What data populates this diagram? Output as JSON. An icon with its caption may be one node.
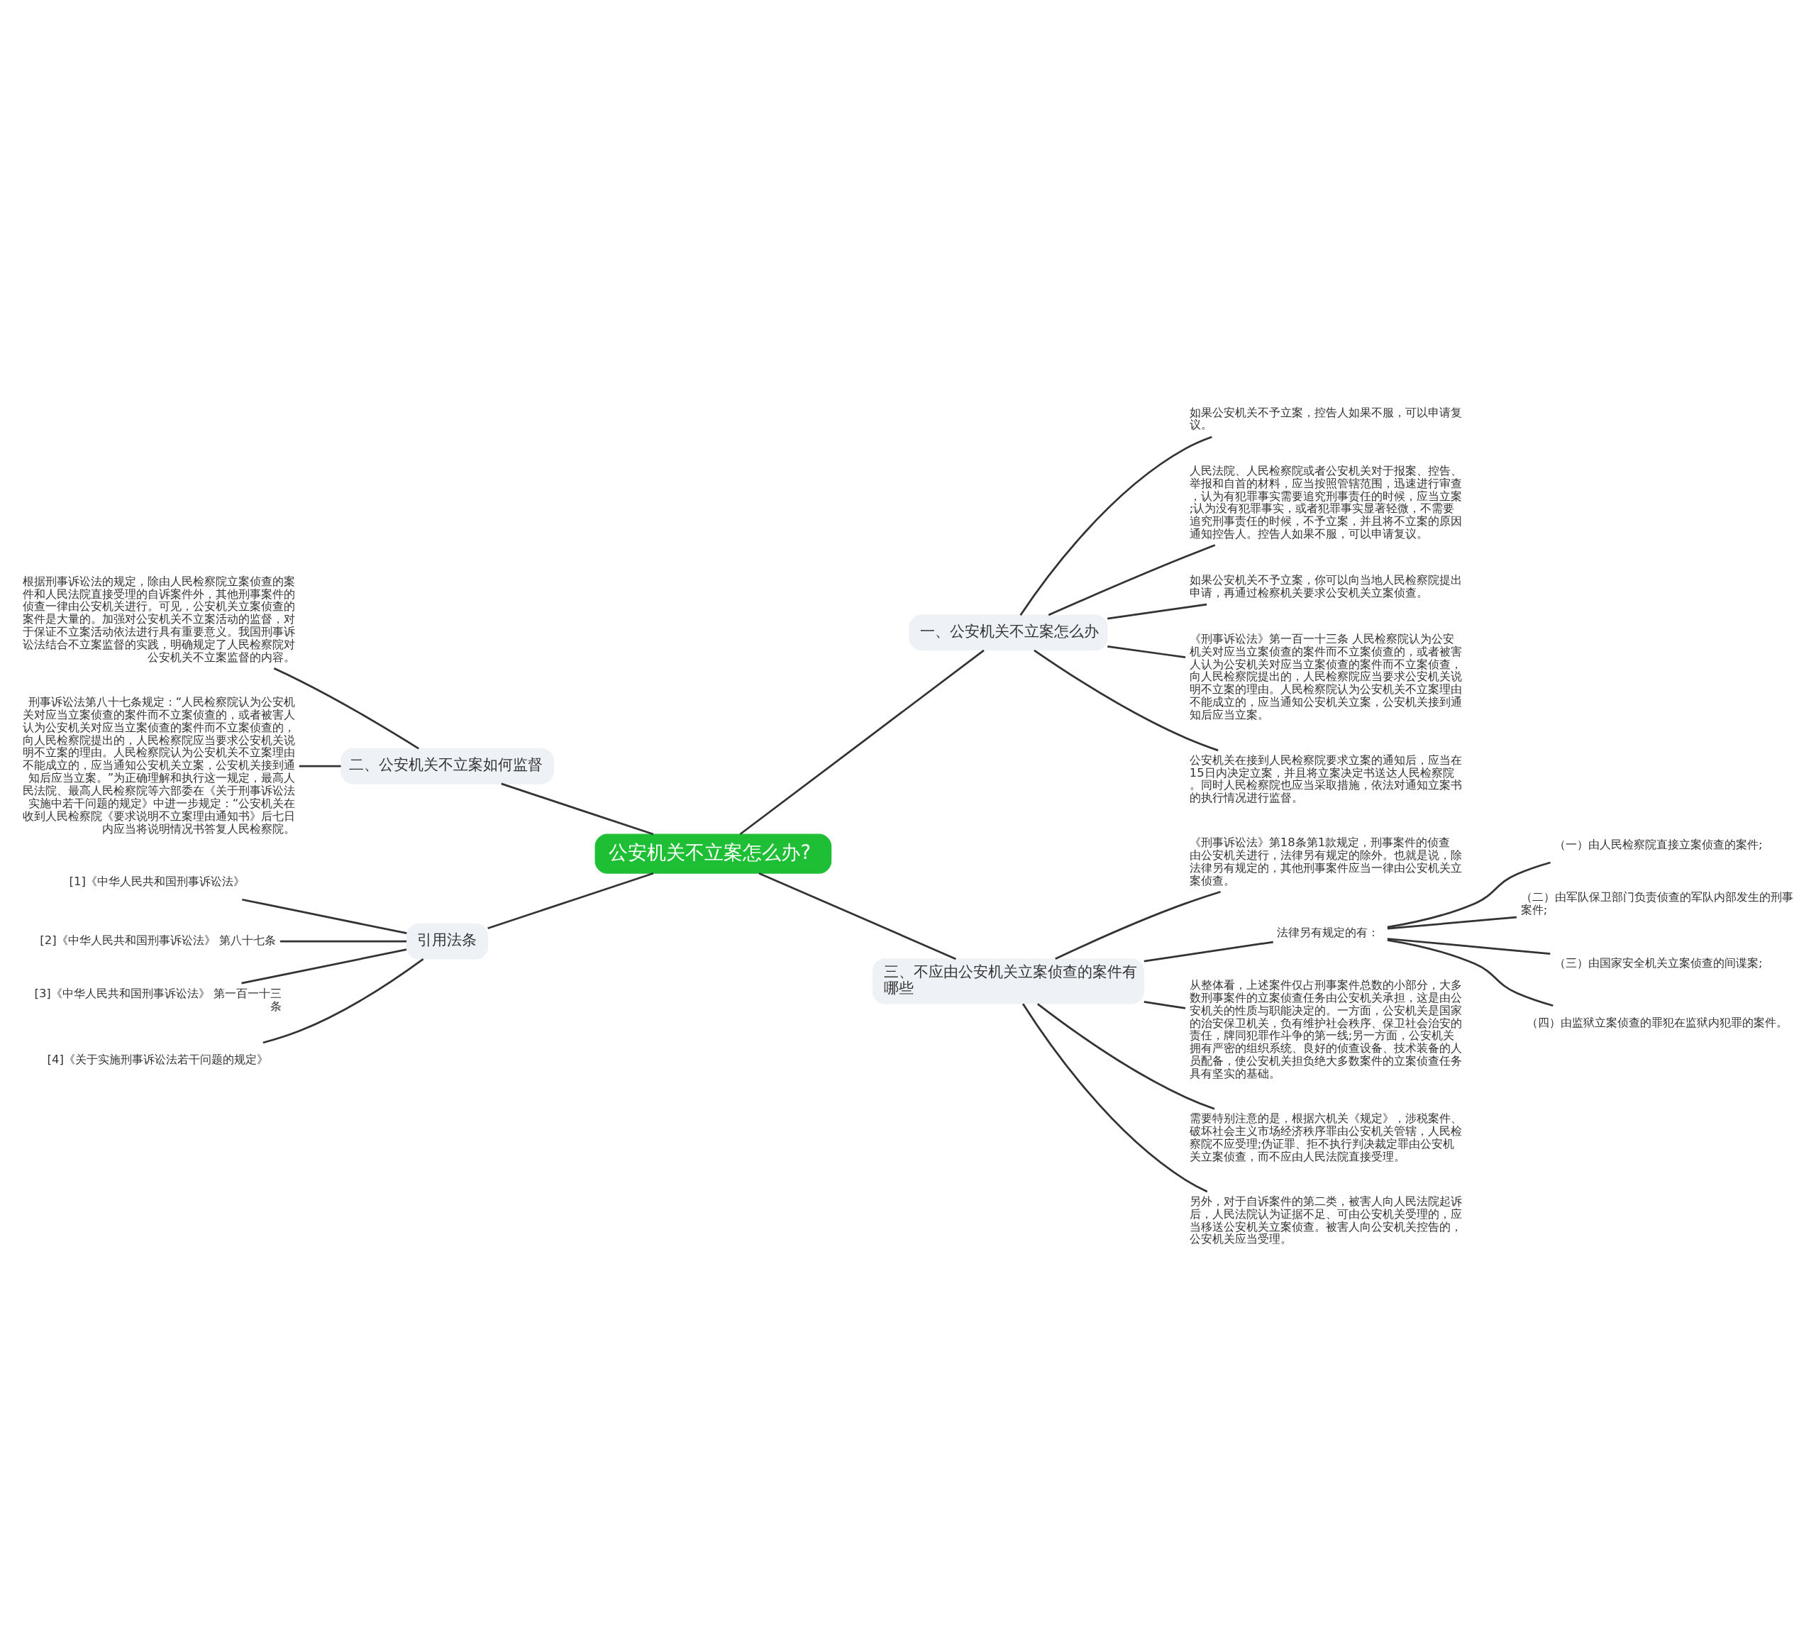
{
  "diagram": {
    "nodes": [
      {
        "text": [
          "公安机关不立案怎么办?"
        ]
      },
      {
        "text": [
          "一、公安机关不立案怎么办"
        ]
      },
      {
        "text": [
          "如果公安机关不予立案，控告人如果不服，可以申请复议。"
        ]
      },
      {
        "text": [
          "人民法院、人民检察院或者公安机关对于报案、控告、举报和自首的材料，应当按照管辖范围，迅速进行审查，认为有犯罪事实需要追究刑事责任的时候，应当立案;认为没有犯罪事实，或者犯罪事实显著轻微，不需要追究刑事责任的时候，不予立案，并且将不立案的原因通知控告人。控告人如果不服，可以申请复议。"
        ]
      },
      {
        "text": [
          "如果公安机关不予立案，你可以向当地人民检察院提出申请，再通过检察机关要求公安机关立案侦查。"
        ]
      },
      {
        "text": [
          "《刑事诉讼法》第一百一十三条 人民检察院认为公安机关对应当立案侦查的案件而不立案侦查的，或者被害人认为公安机关对应当立案侦查的案件而不立案侦查，向人民检察院提出的，人民检察院应当要求公安机关说明不立案的理由。人民检察院认为公安机关不立案理由不能成立的，应当通知公安机关立案，公安机关接到通知后应当立案。"
        ]
      },
      {
        "text": [
          "公安机关在接到人民检察院要求立案的通知后，应当在15日内决定立案，并且将立案决定书送达人民检察院。同时人民检察院也应当采取措施，依法对通知立案书的执行情况进行监督。"
        ]
      },
      {
        "text": [
          "二、公安机关不立案如何监督"
        ]
      },
      {
        "text": [
          "根据刑事诉讼法的规定，除由人民检察院立案侦查的案件和人民法院直接受理的自诉案件外，其他刑事案件的侦查一律由公安机关进行。可见，公安机关立案侦查的案件是大量的。加强对公安机关不立案活动的监督，对于保证不立案活动依法进行具有重要意义。我国刑事诉讼法结合不立案监督的实践，明确规定了人民检察院对公安机关不立案监督的内容。"
        ]
      },
      {
        "text": [
          "刑事诉讼法第八十七条规定：“人民检察院认为公安机关对应当立案侦查的案件而不立案侦查的，或者被害人认为公安机关对应当立案侦查的案件而不立案侦查的，向人民检察院提出的，人民检察院应当要求公安机关说明不立案的理由。人民检察院认为公安机关不立案理由不能成立的，应当通知公安机关立案，公安机关接到通知后应当立案。”为正确理解和执行这一规定，最高人民法院、最高人民检察院等六部委在《关于刑事诉讼法实施中若干问题的规定》中进一步规定：“公安机关在收到人民检察院《要求说明不立案理由通知书》后七日内应当将说明情况书答复人民检察院。"
        ]
      },
      {
        "text": [
          "引用法条"
        ]
      },
      {
        "text": [
          "[1]《中华人民共和国刑事诉讼法》"
        ]
      },
      {
        "text": [
          "[2]《中华人民共和国刑事诉讼法》 第八十七条"
        ]
      },
      {
        "text": [
          "[3]《中华人民共和国刑事诉讼法》 第一百一十三条"
        ]
      },
      {
        "text": [
          "[4]《关于实施刑事诉讼法若干问题的规定》"
        ]
      },
      {
        "text": [
          "三、不应由公安机关立案侦查的案件有哪些"
        ]
      },
      {
        "text": [
          "《刑事诉讼法》第18条第1款规定，刑事案件的侦查由公安机关进行，法律另有规定的除外。也就是说，除法律另有规定的，其他刑事案件应当一律由公安机关立案侦查。"
        ]
      },
      {
        "text": [
          "法律另有规定的有："
        ]
      },
      {
        "text": [
          "（一）由人民检察院直接立案侦查的案件;"
        ]
      },
      {
        "text": [
          "（二）由军队保卫部门负责侦查的军队内部发生的刑事案件;"
        ]
      },
      {
        "text": [
          "（三）由国家安全机关立案侦查的间谍案;"
        ]
      },
      {
        "text": [
          "（四）由监狱立案侦查的罪犯在监狱内犯罪的案件。"
        ]
      },
      {
        "text": [
          "从整体看，上述案件仅占刑事案件总数的小部分，大多数刑事案件的立案侦查任务由公安机关承担，这是由公安机关的性质与职能决定的。一方面，公安机关是国家的治安保卫机关，负有维护社会秩序、保卫社会治安的责任，牌同犯罪作斗争的第一线;另一方面，公安机关拥有严密的组织系统、良好的侦查设备、技术装备的人员配备，使公安机关担负绝大多数案件的立案侦查任务具有坚实的基础。"
        ]
      },
      {
        "text": [
          "需要特别注意的是，根据六机关《规定》，涉税案件、破坏社会主义市场经济秩序罪由公安机关管辖，人民检察院不应受理;伪证罪、拒不执行判决裁定罪由公安机关立案侦查，而不应由人民法院直接受理。"
        ]
      },
      {
        "text": [
          "另外，对于自诉案件的第二类，被害人向人民法院起诉后，人民法院认为证据不足、可由公安机关受理的，应当移送公安机关立案侦查。被害人向公安机关控告的，公安机关应当受理。"
        ]
      }
    ],
    "edges": [
      {
        "from": 0,
        "to": 1,
        "arrow": "none"
      },
      {
        "from": 1,
        "to": 2,
        "arrow": "none"
      },
      {
        "from": 1,
        "to": 3,
        "arrow": "none"
      },
      {
        "from": 1,
        "to": 4,
        "arrow": "none"
      },
      {
        "from": 1,
        "to": 5,
        "arrow": "none"
      },
      {
        "from": 1,
        "to": 6,
        "arrow": "none"
      },
      {
        "from": 0,
        "to": 7,
        "arrow": "none"
      },
      {
        "from": 7,
        "to": 8,
        "arrow": "none"
      },
      {
        "from": 7,
        "to": 9,
        "arrow": "none"
      },
      {
        "from": 0,
        "to": 10,
        "arrow": "none"
      },
      {
        "from": 10,
        "to": 11,
        "arrow": "none"
      },
      {
        "from": 10,
        "to": 12,
        "arrow": "none"
      },
      {
        "from": 10,
        "to": 13,
        "arrow": "none"
      },
      {
        "from": 10,
        "to": 14,
        "arrow": "none"
      },
      {
        "from": 0,
        "to": 15,
        "arrow": "none"
      },
      {
        "from": 15,
        "to": 16,
        "arrow": "none"
      },
      {
        "from": 15,
        "to": 17,
        "arrow": "none"
      },
      {
        "from": 17,
        "to": 18,
        "arrow": "none"
      },
      {
        "from": 17,
        "to": 19,
        "arrow": "none"
      },
      {
        "from": 17,
        "to": 20,
        "arrow": "none"
      },
      {
        "from": 17,
        "to": 21,
        "arrow": "none"
      },
      {
        "from": 15,
        "to": 22,
        "arrow": "none"
      },
      {
        "from": 15,
        "to": 23,
        "arrow": "none"
      },
      {
        "from": 15,
        "to": 24,
        "arrow": "none"
      }
    ]
  }
}
